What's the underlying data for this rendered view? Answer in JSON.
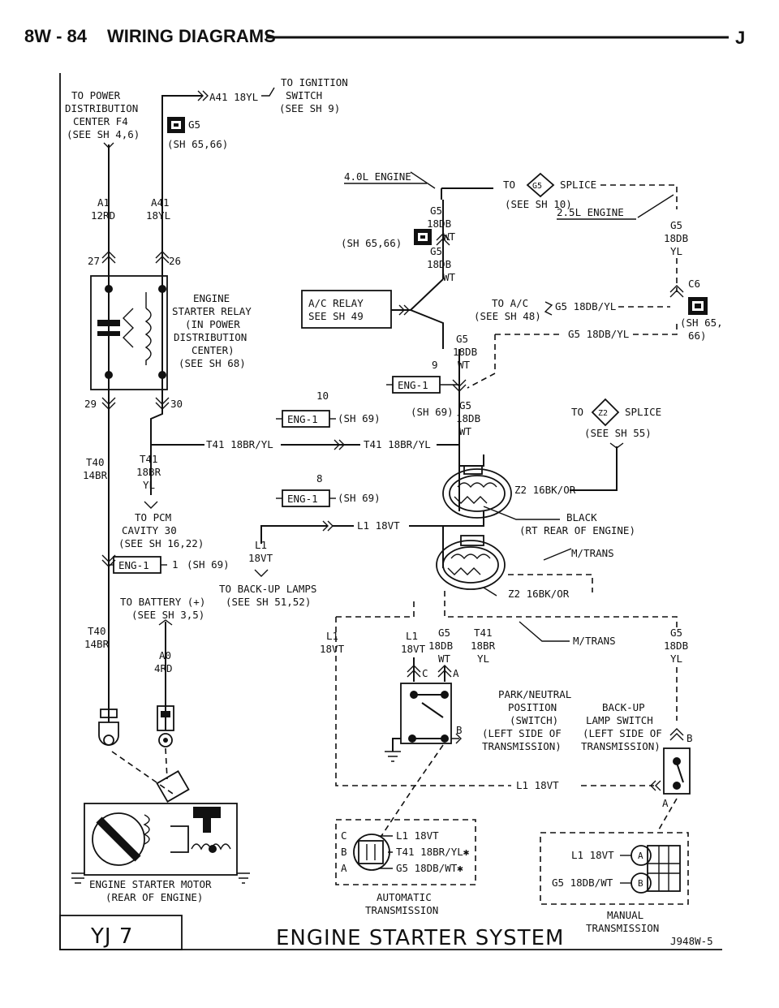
{
  "header": {
    "page": "8W - 84",
    "title": "WIRING DIAGRAMS",
    "right_mark": "J"
  },
  "footer": {
    "model": "YJ 7",
    "system": "ENGINE STARTER SYSTEM",
    "fig_id": "J948W-5"
  },
  "labels": {
    "to_power": [
      "TO POWER",
      "DISTRIBUTION",
      "CENTER F4",
      "(SEE SH 4,6)"
    ],
    "to_ignition": [
      "TO IGNITION",
      "SWITCH",
      "(SEE SH 9)"
    ],
    "a41_wire": "A41 18YL",
    "g5_ref": "G5",
    "sh6566_a": "(SH 65,66)",
    "a1_wire": [
      "A1",
      "12RD"
    ],
    "a41_wire2": [
      "A41",
      "18YL"
    ],
    "pin27": "27",
    "pin26": "26",
    "relay": [
      "ENGINE",
      "STARTER RELAY",
      "(IN POWER",
      "DISTRIBUTION",
      "CENTER)",
      "(SEE SH 68)"
    ],
    "pin29": "29",
    "pin30": "30",
    "engine40": "4.0L ENGINE",
    "to_g5_splice": "TO",
    "g5_diamond": "G5",
    "splice_word": "SPLICE",
    "see_sh10": "(SEE SH 10)",
    "g5_18db_wt_a": [
      "G5",
      "18DB",
      "WT"
    ],
    "c6_a": "C6",
    "sh6566_b": "(SH 65,66)",
    "g5_18db_wt_b": [
      "G5",
      "18DB",
      "WT"
    ],
    "engine25": "2.5L ENGINE",
    "g5_18db_yl_a": [
      "G5",
      "18DB",
      "YL"
    ],
    "c6_b": "C6",
    "sh6566_c": [
      "(SH 65,",
      "66)"
    ],
    "ac_relay": [
      "A/C RELAY",
      "SEE SH 49"
    ],
    "to_ac": [
      "TO A/C",
      "(SEE SH 48)"
    ],
    "g5_18db_yl_b": "G5 18DB/YL",
    "g5_18db_yl_c": "G5 18DB/YL",
    "g5_18db_wt_c": [
      "G5",
      "18DB",
      "WT"
    ],
    "pin9": "9",
    "eng1": "ENG-1",
    "pin10": "10",
    "sh69": "(SH 69)",
    "g5_18db_wt_d": [
      "G5",
      "18DB",
      "WT"
    ],
    "to_z2": "TO",
    "z2_diamond": "Z2",
    "see_sh55": "(SEE SH 55)",
    "t41_wire_a": "T41 18BR/YL",
    "t41_wire_b": "T41 18BR/YL",
    "t40_a": [
      "T40",
      "14BR"
    ],
    "t41_c": [
      "T41",
      "18BR",
      "YL"
    ],
    "pin8": "8",
    "z2_wire": "Z2 16BK/OR",
    "to_pcm": [
      "TO PCM",
      "CAVITY 30",
      "(SEE SH 16,22)"
    ],
    "l1_wire": "L1 18VT",
    "black_note": [
      "BLACK",
      "(RT REAR OF ENGINE)"
    ],
    "pin1": "1",
    "l1_18vt_a": [
      "L1",
      "18VT"
    ],
    "mtrans_a": "M/TRANS",
    "z2_wire_b": "Z2 16BK/OR",
    "backup": [
      "TO BACK-UP LAMPS",
      "(SEE SH 51,52)"
    ],
    "to_battery": [
      "TO BATTERY (+)",
      "(SEE SH 3,5)"
    ],
    "t40_b": [
      "T40",
      "14BR"
    ],
    "a0": [
      "A0",
      "4RD"
    ],
    "l1_18vt_b": [
      "L1",
      "18VT"
    ],
    "l1_18vt_c": [
      "L1",
      "18VT"
    ],
    "g5_18db_wt_e": [
      "G5",
      "18DB",
      "WT"
    ],
    "t41_18br_yl_d": [
      "T41",
      "18BR",
      "YL"
    ],
    "mtrans_b": "M/TRANS",
    "g5_18db_yl_d": [
      "G5",
      "18DB",
      "YL"
    ],
    "pin_c": "C",
    "pin_a": "A",
    "pin_b": "B",
    "pns": [
      "PARK/NEUTRAL",
      "POSITION",
      "(SWITCH)",
      "(LEFT SIDE OF",
      "TRANSMISSION)"
    ],
    "backup_sw": [
      "BACK-UP",
      "LAMP SWITCH",
      "(LEFT SIDE OF",
      "TRANSMISSION)"
    ],
    "pin_b2": "B",
    "l1_18vt_d": "L1 18VT",
    "pin_a2": "A",
    "starter": [
      "ENGINE STARTER MOTOR",
      "(REAR OF ENGINE)"
    ],
    "auto_conn": {
      "c": "C",
      "b": "B",
      "a": "A",
      "l1": "L1 18VT",
      "t41": "T41 18BR/YL✱",
      "g5": "G5 18DB/WT✱"
    },
    "auto_title": [
      "AUTOMATIC",
      "TRANSMISSION"
    ],
    "man_conn": {
      "l1": "L1 18VT",
      "g5": "G5 18DB/WT",
      "a": "A",
      "b": "B"
    },
    "man_title": [
      "MANUAL",
      "TRANSMISSION"
    ]
  }
}
